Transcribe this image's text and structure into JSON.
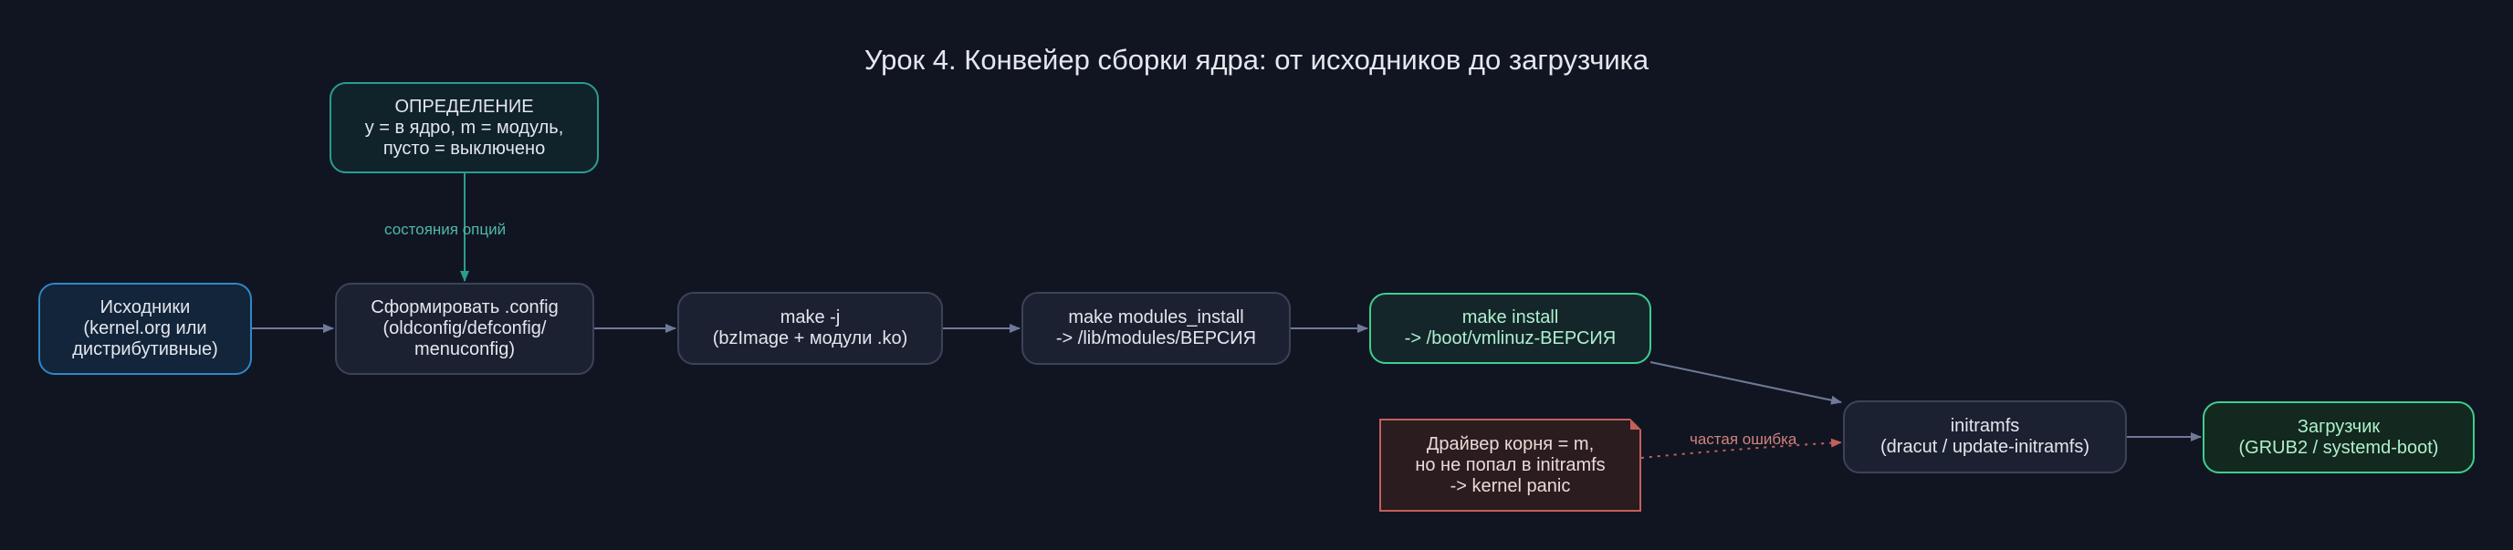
{
  "title": "Урок 4. Конвейер сборки ядра: от исходников до загрузчика",
  "colors": {
    "background": "#111522",
    "default_node": "#1c2131",
    "blue_accent": "#2f86c9",
    "teal_accent": "#2a9d8f",
    "green_accent": "#3ecf8e",
    "red_accent": "#c2605a"
  },
  "nodes": {
    "definition": {
      "lines": [
        "ОПРЕДЕЛЕНИЕ",
        "y = в ядро, m = модуль,",
        "пусто = выключено"
      ]
    },
    "sources": {
      "lines": [
        "Исходники",
        "(kernel.org или",
        "дистрибутивные)"
      ]
    },
    "config": {
      "lines": [
        "Сформировать .config",
        "(oldconfig/defconfig/",
        "menuconfig)"
      ]
    },
    "make_j": {
      "lines": [
        "make -j",
        "(bzImage + модули .ko)"
      ]
    },
    "modules_install": {
      "lines": [
        "make modules_install",
        "-> /lib/modules/ВЕРСИЯ"
      ]
    },
    "make_install": {
      "lines": [
        "make install",
        "-> /boot/vmlinuz-ВЕРСИЯ"
      ]
    },
    "initramfs": {
      "lines": [
        "initramfs",
        "(dracut / update-initramfs)"
      ]
    },
    "bootloader": {
      "lines": [
        "Загрузчик",
        "(GRUB2 / systemd-boot)"
      ]
    },
    "note": {
      "lines": [
        "Драйвер корня = m,",
        "но не попал в initramfs",
        "-> kernel panic"
      ]
    }
  },
  "edges": {
    "definition_to_config": "состояния опций",
    "note_to_initramfs": "частая ошибка"
  }
}
